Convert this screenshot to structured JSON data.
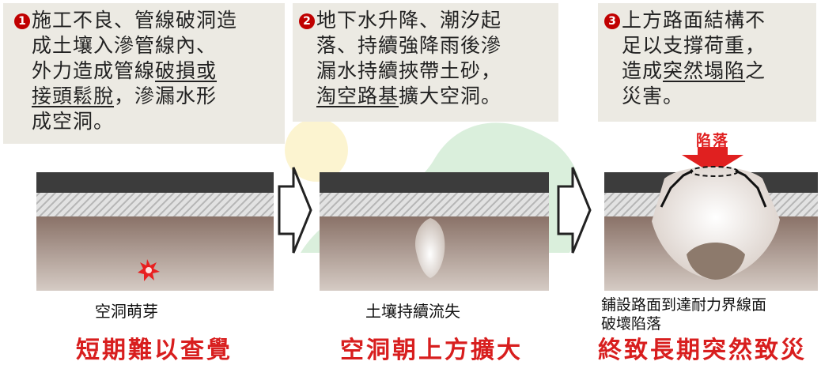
{
  "steps": [
    {
      "number": "1",
      "lines": [
        {
          "plain": "施工不良、管線破洞造"
        },
        {
          "plain": "成土壤入滲管線內、"
        },
        {
          "plain": "外力造成管線",
          "ul": "破損或"
        },
        {
          "ul": "接頭鬆脫",
          "plain": "，滲漏水形"
        },
        {
          "plain": "成空洞。"
        }
      ],
      "caption": "空洞萌芽",
      "title": "短期難以查覺"
    },
    {
      "number": "2",
      "lines": [
        {
          "plain": "地下水升降、潮汐起"
        },
        {
          "plain": "落、持續強降雨後滲"
        },
        {
          "plain": "漏水持續挾帶土砂，"
        },
        {
          "ul": "淘空路基",
          "plain": "擴大空洞。"
        }
      ],
      "caption": "土壤持續流失",
      "title": "空洞朝上方擴大"
    },
    {
      "number": "3",
      "lines": [
        {
          "plain": "上方路面結構不"
        },
        {
          "plain": "足以支撐荷重，"
        },
        {
          "plain": "造成",
          "ul": "突然塌陷",
          "plain2": "之"
        },
        {
          "plain": "災害。"
        }
      ],
      "caption_lines": [
        "鋪設路面到達耐力界線面",
        "破壞陷落"
      ],
      "title": "終致長期突然致災",
      "collapse_label": "陷落"
    }
  ],
  "colors": {
    "title_red": "#d81e1e",
    "asphalt": "#3c3c3c",
    "gravel": "#dcdcdc",
    "soil_top": "#8a7268",
    "soil_bottom": "#cfc3bb",
    "box_bg": "#eceae3"
  }
}
